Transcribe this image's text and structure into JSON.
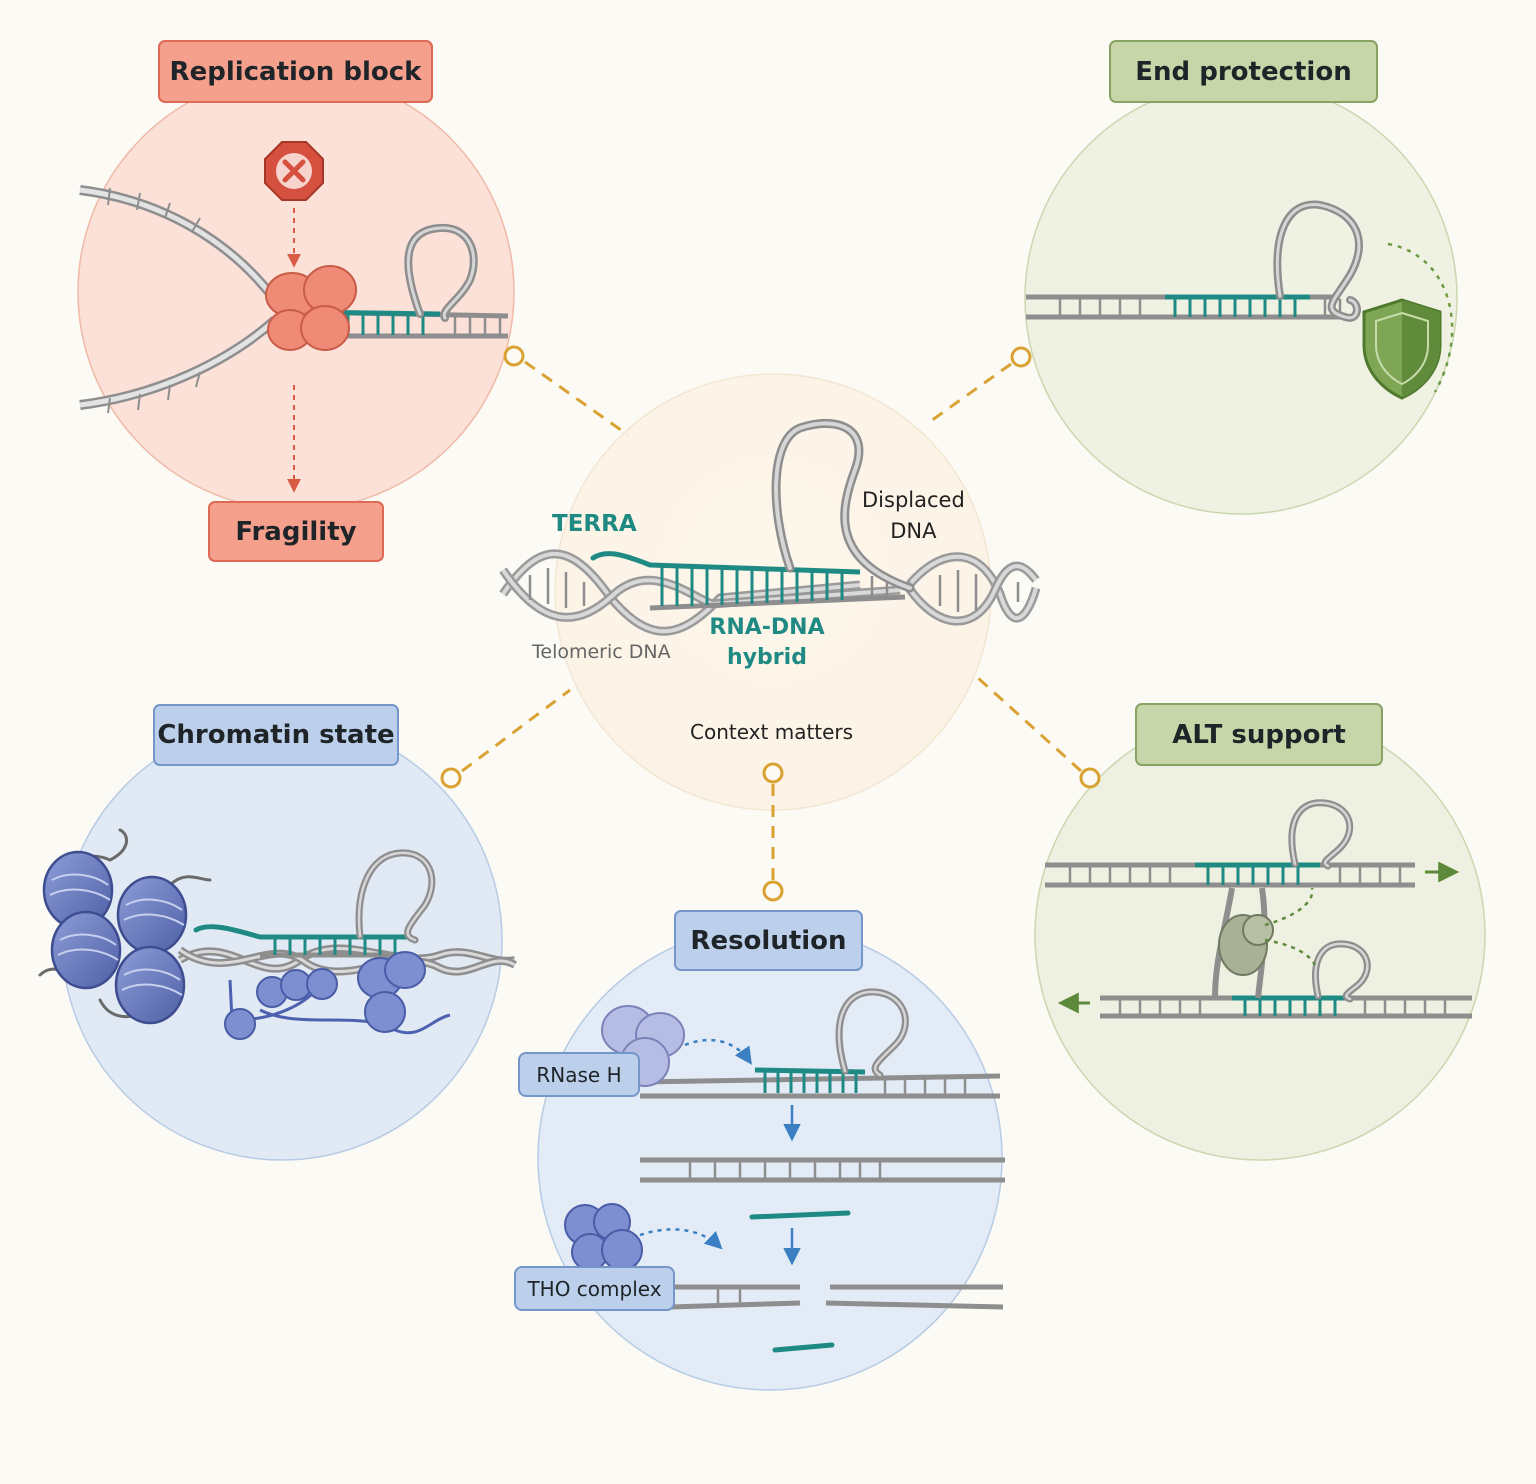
{
  "panels": {
    "replication_block": "Replication block",
    "fragility": "Fragility",
    "end_protection": "End protection",
    "chromatin_state": "Chromatin state",
    "alt_support": "ALT support",
    "resolution": "Resolution"
  },
  "center": {
    "terra": "TERRA",
    "displaced_line1": "Displaced",
    "displaced_line2": "DNA",
    "telomeric_dna": "Telomeric DNA",
    "hybrid_line1": "RNA-DNA",
    "hybrid_line2": "hybrid",
    "context": "Context matters"
  },
  "resolution_labels": {
    "rnase_h": "RNase H",
    "tho_complex": "THO complex"
  },
  "colors": {
    "red_accent": "#de6a55",
    "green_accent": "#88a264",
    "blue_accent": "#7596c8",
    "teal_rna": "#1f8a84",
    "connector": "#d9a233"
  }
}
